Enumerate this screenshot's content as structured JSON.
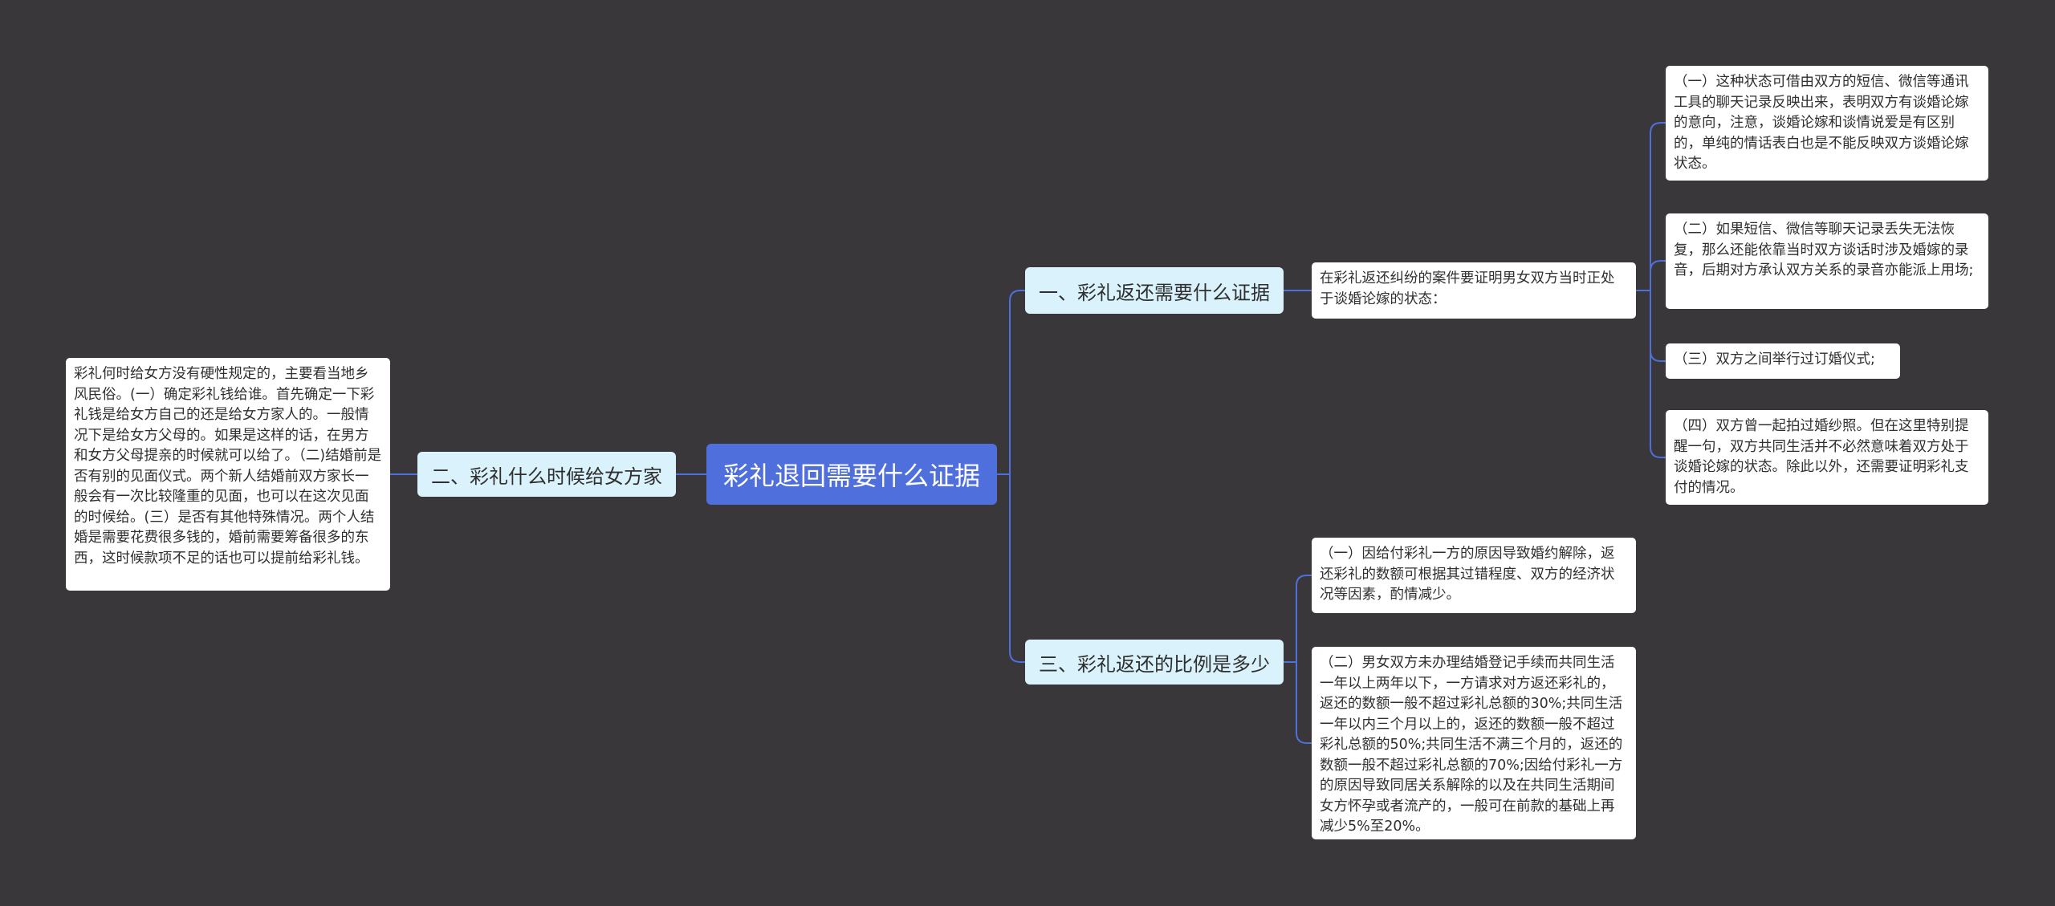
{
  "colors": {
    "background": "#39373a",
    "root_fill": "#4f6fdc",
    "branch_fill": "#d9f2fb",
    "leaf_fill": "#ffffff",
    "connector": "#4f6fdc"
  },
  "root": {
    "label": "彩礼退回需要什么证据"
  },
  "branches": {
    "b1": {
      "label": "一、彩礼返还需要什么证据"
    },
    "b2": {
      "label": "二、彩礼什么时候给女方家"
    },
    "b3": {
      "label": "三、彩礼返还的比例是多少"
    }
  },
  "b1_intro": "在彩礼返还纠纷的案件要证明男女双方当时正处于谈婚论嫁的状态：",
  "b1_items": [
    "（一）这种状态可借由双方的短信、微信等通讯工具的聊天记录反映出来，表明双方有谈婚论嫁的意向，注意，谈婚论嫁和谈情说爱是有区别的，单纯的情话表白也是不能反映双方谈婚论嫁状态。",
    "（二）如果短信、微信等聊天记录丢失无法恢复，那么还能依靠当时双方谈话时涉及婚嫁的录音，后期对方承认双方关系的录音亦能派上用场;",
    "（三）双方之间举行过订婚仪式;",
    "（四）双方曾一起拍过婚纱照。但在这里特别提醒一句，双方共同生活并不必然意味着双方处于谈婚论嫁的状态。除此以外，还需要证明彩礼支付的情况。"
  ],
  "b2_text": "彩礼何时给女方没有硬性规定的，主要看当地乡风民俗。(一）确定彩礼钱给谁。首先确定一下彩礼钱是给女方自己的还是给女方家人的。一般情况下是给女方父母的。如果是这样的话，在男方和女方父母提亲的时候就可以给了。（二)结婚前是否有别的见面仪式。两个新人结婚前双方家长一般会有一次比较隆重的见面，也可以在这次见面的时候给。(三）是否有其他特殊情况。两个人结婚是需要花费很多钱的，婚前需要筹备很多的东西，这时候款项不足的话也可以提前给彩礼钱。",
  "b3_items": [
    "（一）因给付彩礼一方的原因导致婚约解除，返还彩礼的数额可根据其过错程度、双方的经济状况等因素，酌情减少。",
    "（二）男女双方未办理结婚登记手续而共同生活一年以上两年以下，一方请求对方返还彩礼的，返还的数额一般不超过彩礼总额的30%;共同生活一年以内三个月以上的，返还的数额一般不超过彩礼总额的50%;共同生活不满三个月的，返还的数额一般不超过彩礼总额的70%;因给付彩礼一方的原因导致同居关系解除的以及在共同生活期间女方怀孕或者流产的，一般可在前款的基础上再减少5%至20%。"
  ]
}
